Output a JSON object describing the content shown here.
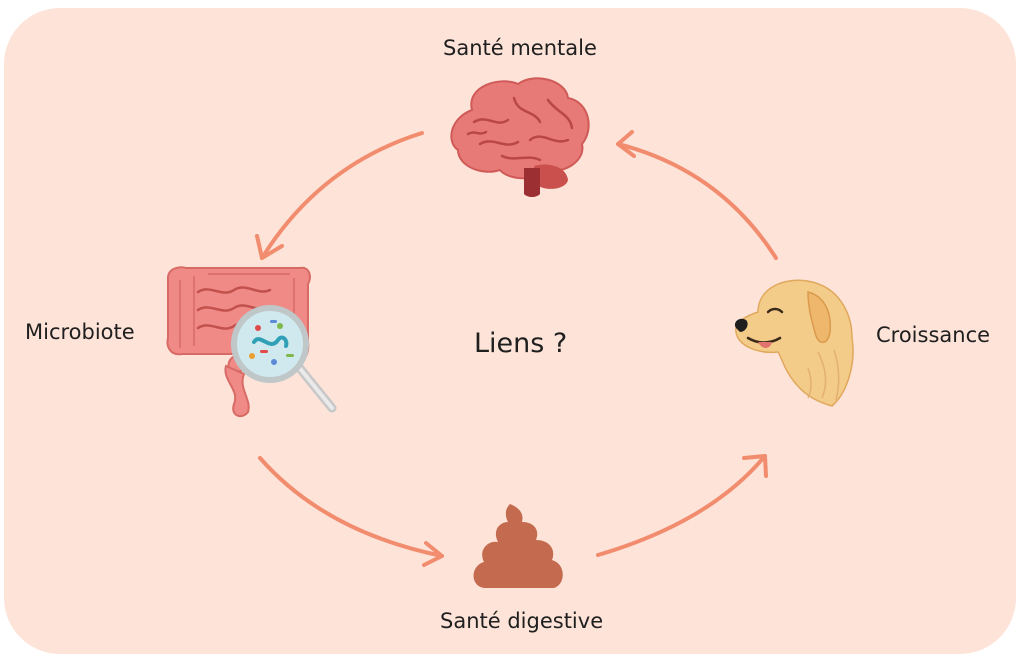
{
  "diagram": {
    "center_text": "Liens ?",
    "nodes": [
      {
        "id": "mental",
        "label": "Santé mentale",
        "icon": "brain-icon"
      },
      {
        "id": "growth",
        "label": "Croissance",
        "icon": "dog-icon"
      },
      {
        "id": "digestive",
        "label": "Santé digestive",
        "icon": "poop-icon"
      },
      {
        "id": "microbiota",
        "label": "Microbiote",
        "icon": "intestine-magnifier-icon"
      }
    ],
    "edges": [
      {
        "from": "mental",
        "to": "microbiota"
      },
      {
        "from": "microbiota",
        "to": "digestive"
      },
      {
        "from": "digestive",
        "to": "growth"
      },
      {
        "from": "growth",
        "to": "mental"
      }
    ]
  },
  "colors": {
    "background": "#fde3d8",
    "arrow": "#f28c6e",
    "brain": "#e77a76",
    "intestine": "#f08a86",
    "poop": "#c46a4e",
    "dog": "#f4cc8a"
  }
}
